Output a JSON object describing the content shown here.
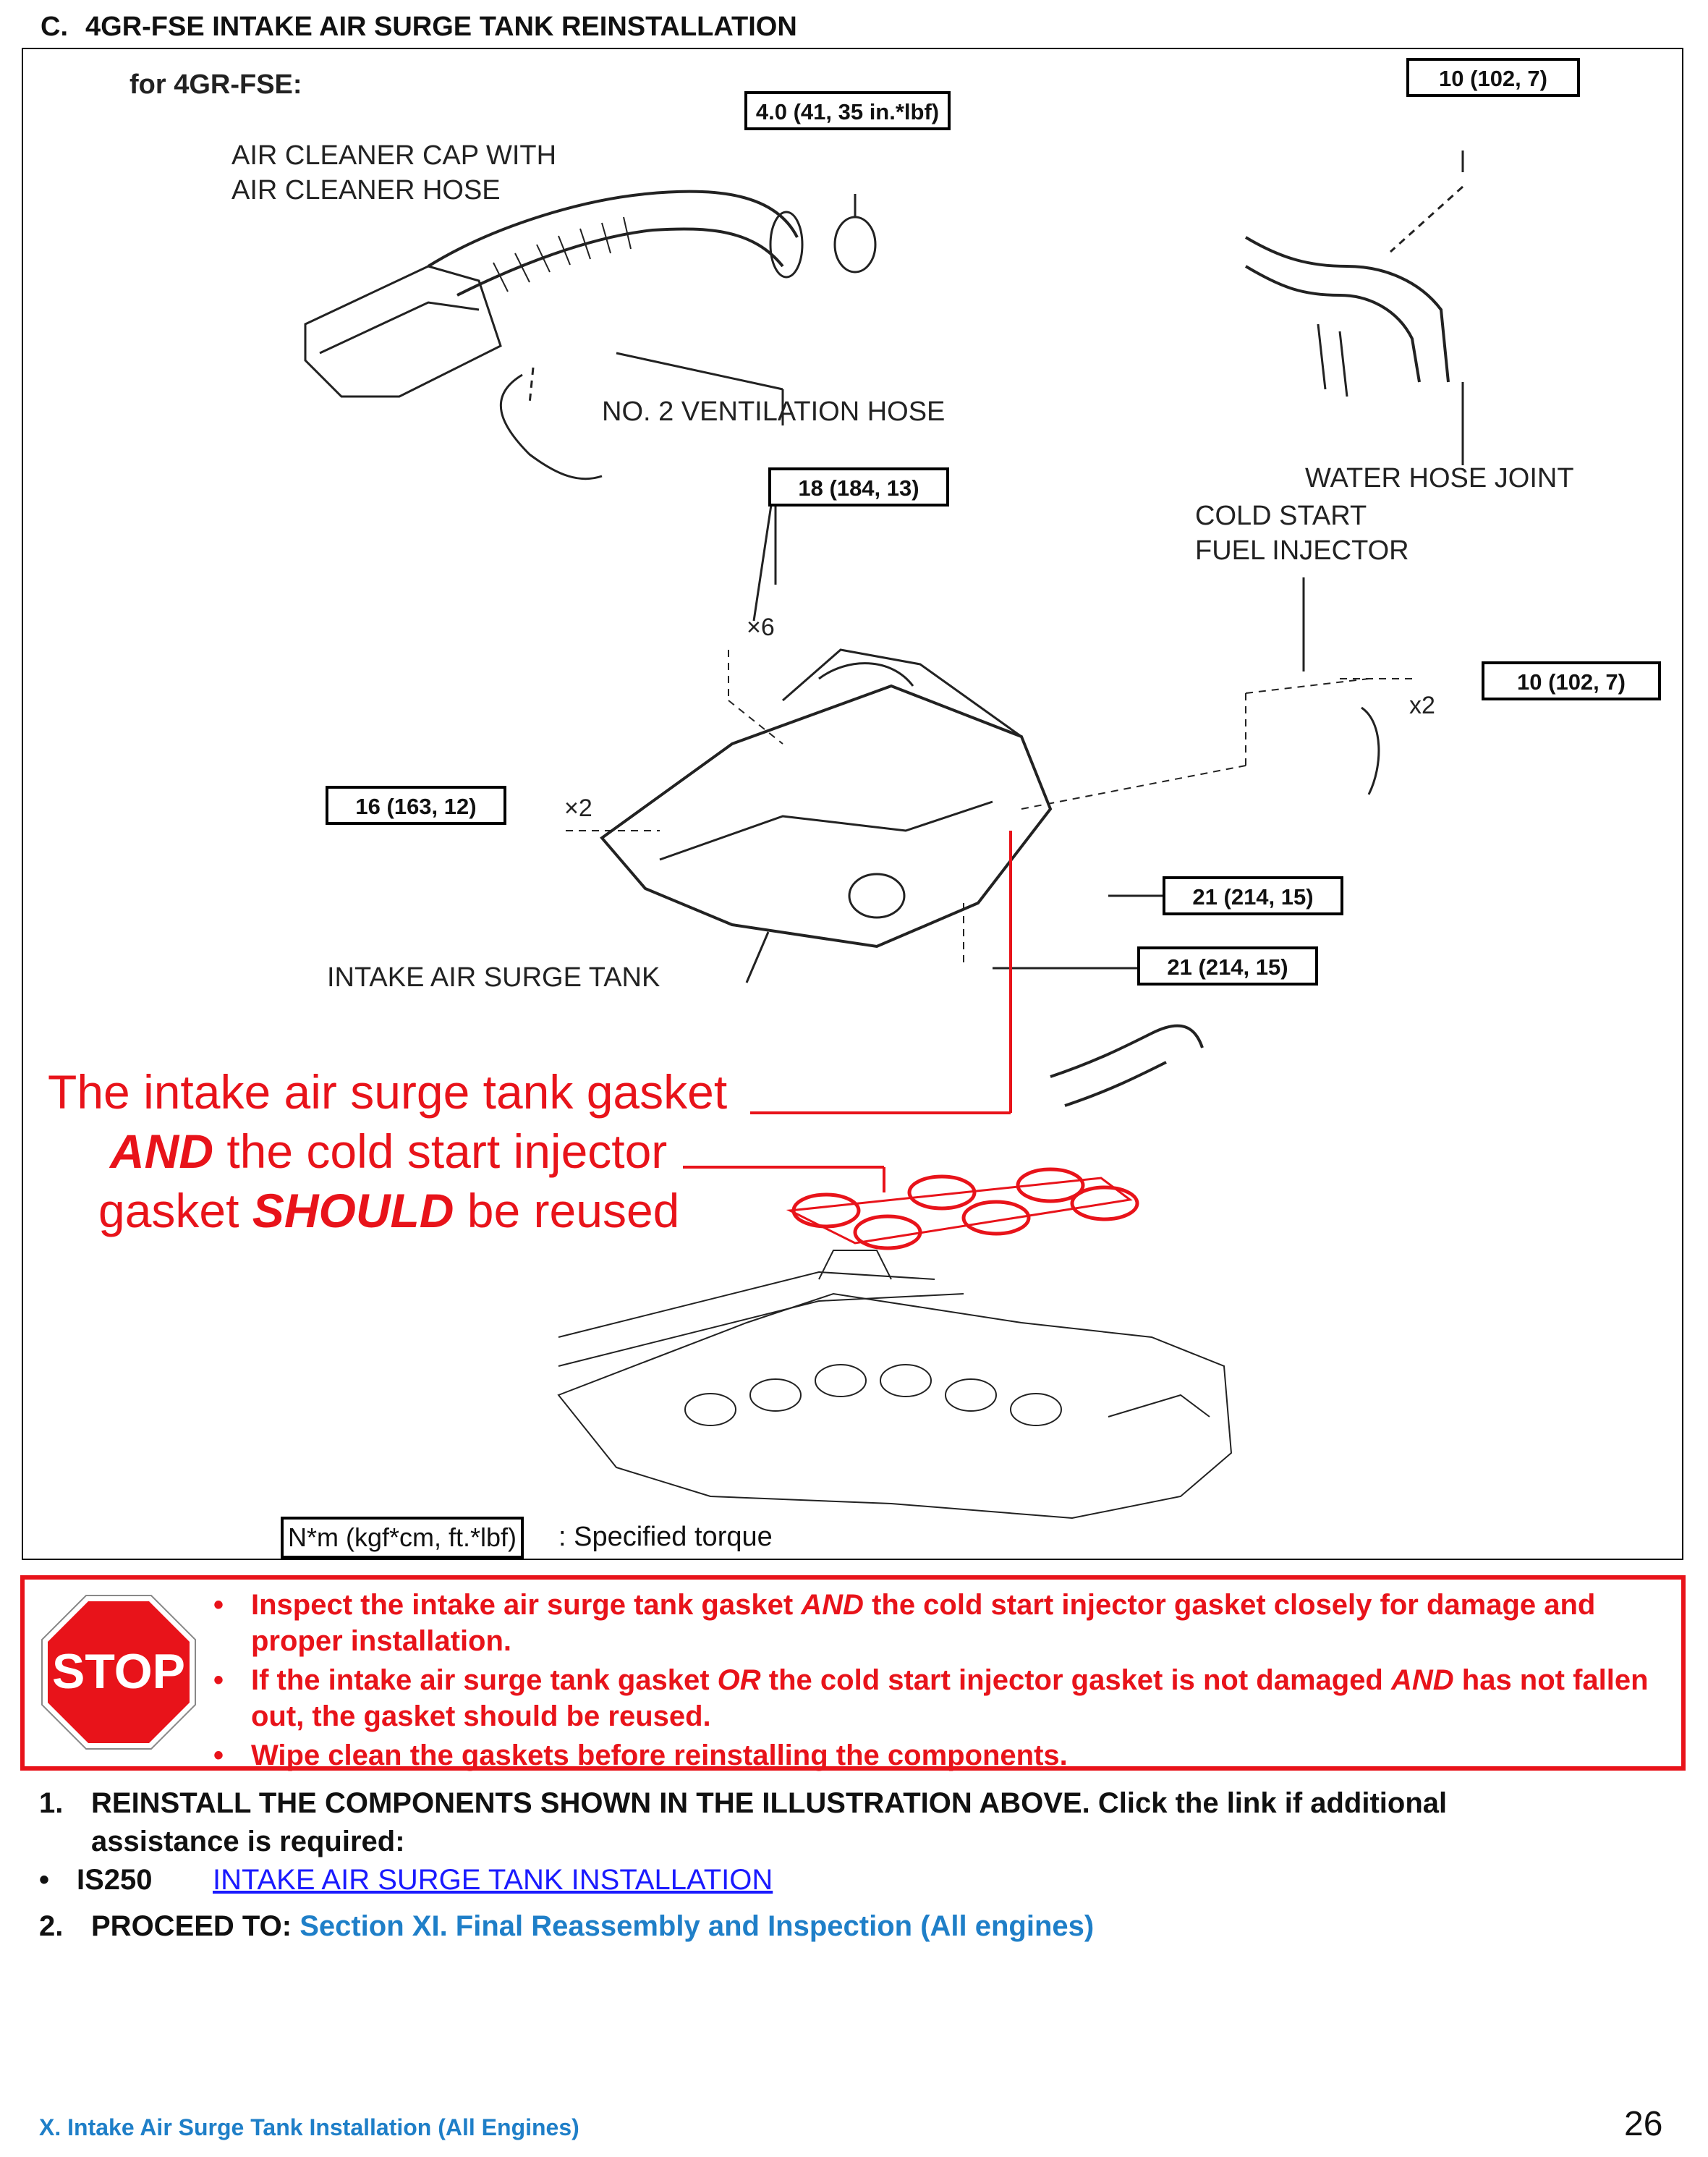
{
  "header": {
    "letter": "C.",
    "title": "4GR-FSE INTAKE AIR SURGE TANK REINSTALLATION"
  },
  "figure": {
    "engine_label": "for 4GR-FSE:",
    "torque_callouts": [
      "4.0 (41, 35 in.*lbf)",
      "10 (102, 7)",
      "18 (184, 13)",
      "10 (102, 7)",
      "16 (163, 12)",
      "21 (214, 15)",
      "21 (214, 15)"
    ],
    "labels": {
      "air_cleaner": "AIR CLEANER CAP WITH\nAIR CLEANER HOSE",
      "ventilation_hose": "NO. 2 VENTILATION HOSE",
      "water_hose_joint": "WATER HOSE JOINT",
      "cold_start_injector": "COLD START\nFUEL INJECTOR",
      "intake_surge_tank": "INTAKE AIR SURGE TANK"
    },
    "quantities": {
      "x6": "×6",
      "x2_left": "×2",
      "x2_right": "x2"
    },
    "red_note": {
      "line1": "The intake air surge tank gasket",
      "line2_em": "AND",
      "line2_rest": " the cold start injector",
      "line3_start": "gasket ",
      "line3_em": "SHOULD",
      "line3_rest": " be reused"
    },
    "legend_box": "N*m (kgf*cm, ft.*lbf)",
    "legend_text": ": Specified torque"
  },
  "stop_panel": {
    "sign_text": "STOP",
    "items": [
      {
        "a": "Inspect the intake air surge tank gasket ",
        "em": "AND",
        "b": " the cold start injector gasket closely for damage and proper installation.",
        "em2": "",
        "c": ""
      },
      {
        "a": "If the intake air surge tank gasket ",
        "em": "OR",
        "b": " the cold start injector gasket is not damaged ",
        "em2": "AND",
        "c": " has not fallen out, the gasket should be reused."
      },
      {
        "a": "Wipe clean the gaskets before reinstalling the components.",
        "em": "",
        "b": "",
        "em2": "",
        "c": ""
      }
    ]
  },
  "steps": {
    "step1_num": "1.",
    "step1_line1": "REINSTALL THE COMPONENTS SHOWN IN THE ILLUSTRATION ABOVE. Click the link if additional",
    "step1_line2": "assistance is required:",
    "bullet_dot": "•",
    "bullet_model": "IS250",
    "bullet_link": "INTAKE AIR SURGE TANK INSTALLATION",
    "step2_num": "2.",
    "step2_label": "PROCEED TO: ",
    "step2_link": "Section XI. Final Reassembly and Inspection (All engines)"
  },
  "footer": {
    "section": "X. Intake Air Surge Tank Installation (All Engines)",
    "page": "26"
  },
  "colors": {
    "red": "#e8131a",
    "blue_link": "#1a1aff",
    "blue_text": "#1f7fc8"
  }
}
